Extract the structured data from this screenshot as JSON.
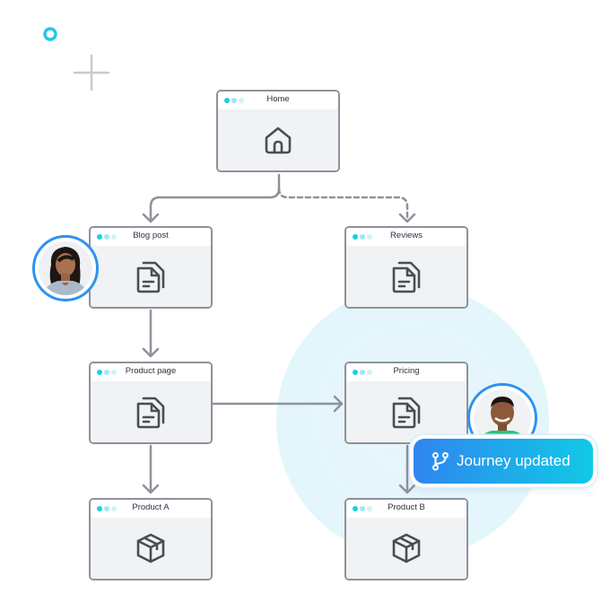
{
  "nodes": {
    "home": {
      "title": "Home",
      "icon": "home-icon"
    },
    "blog_post": {
      "title": "Blog post",
      "icon": "document-icon"
    },
    "reviews": {
      "title": "Reviews",
      "icon": "document-icon"
    },
    "product_page": {
      "title": "Product page",
      "icon": "document-icon"
    },
    "pricing": {
      "title": "Pricing",
      "icon": "document-icon"
    },
    "product_a": {
      "title": "Product A",
      "icon": "package-icon"
    },
    "product_b": {
      "title": "Product B",
      "icon": "package-icon"
    }
  },
  "notification": {
    "label": "Journey updated",
    "icon": "branch-icon"
  },
  "colors": {
    "accent_cyan": "#16d1e6",
    "accent_blue": "#2f86ef",
    "connector": "#8e919c",
    "highlight_circle": "#e6f7fc"
  }
}
